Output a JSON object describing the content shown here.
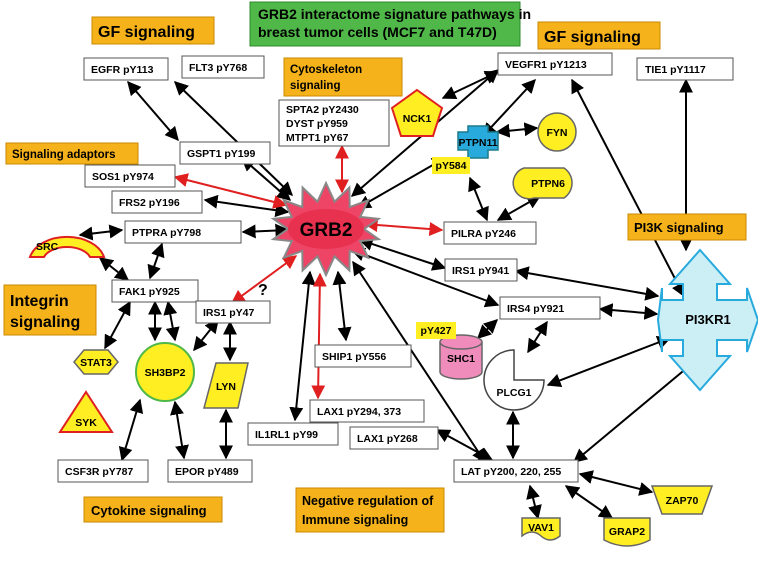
{
  "title": {
    "line1": "GRB2 interactome signature pathways in",
    "line2": "breast tumor cells (MCF7 and T47D)"
  },
  "categories": {
    "gf_left": "GF signaling",
    "gf_right": "GF signaling",
    "cytoskeleton_1": "Cytoskeleton",
    "cytoskeleton_2": "signaling",
    "adaptors": "Signaling adaptors",
    "integrin_1": "Integrin",
    "integrin_2": "signaling",
    "pi3k": "PI3K signaling",
    "cytokine": "Cytokine signaling",
    "negative_1": "Negative regulation of",
    "negative_2": "Immune signaling"
  },
  "hub": "GRB2",
  "pi3kr1": "PI3KR1",
  "question_mark": "?",
  "proteins": {
    "egfr": "EGFR pY113",
    "flt3": "FLT3 pY768",
    "vegfr1": "VEGFR1 pY1213",
    "tie1": "TIE1 pY1117",
    "spta2": "SPTA2 pY2430",
    "dyst": "DYST pY959",
    "mtpt1": "MTPT1 pY67",
    "gspt1": "GSPT1 pY199",
    "sos1": "SOS1 pY974",
    "frs2": "FRS2 pY196",
    "ptpra": "PTPRA pY798",
    "pilra": "PILRA pY246",
    "irs1_941": "IRS1 pY941",
    "fak1": "FAK1 pY925",
    "irs1_47": "IRS1 pY47",
    "irs4": "IRS4 pY921",
    "ship1": "SHIP1 pY556",
    "lax1_a": "LAX1 pY294, 373",
    "il1rl1": "IL1RL1 pY99",
    "lax1_b": "LAX1 pY268",
    "lat": "LAT pY200, 220, 255",
    "csf3r": "CSF3R pY787",
    "epor": "EPOR pY489"
  },
  "shapes": {
    "nck1": "NCK1",
    "ptpn11": "PTPN11",
    "ptpn11_site": "pY584",
    "fyn": "FYN",
    "ptpn6": "PTPN6",
    "src": "SRC",
    "stat3": "STAT3",
    "sh3bp2": "SH3BP2",
    "lyn": "LYN",
    "syk": "SYK",
    "shc1": "SHC1",
    "shc1_site": "pY427",
    "plcg1": "PLCG1",
    "vav1": "VAV1",
    "grap2": "GRAP2",
    "zap70": "ZAP70"
  },
  "colors": {
    "category_fill": "#f5b21a",
    "title_fill": "#4fb848",
    "hub_fill": "#ee4466",
    "yellow": "#ffee22",
    "pi3k_fill": "#cceef5",
    "pi3k_stroke": "#29aadd",
    "red_arrow": "#e02020",
    "shc1_fill": "#f08cbc"
  }
}
